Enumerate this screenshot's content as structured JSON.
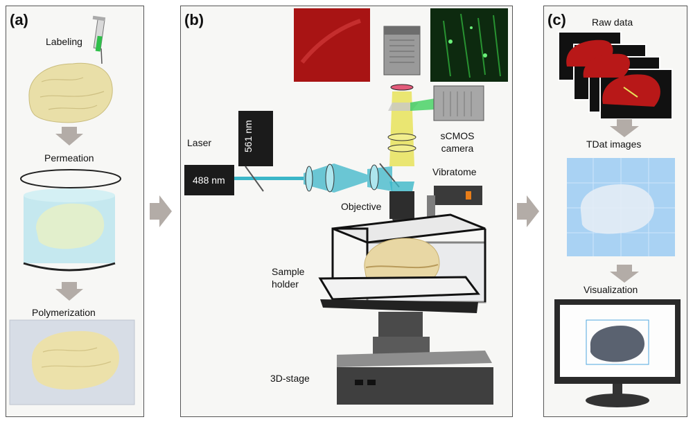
{
  "panels": {
    "a": {
      "label": "(a)",
      "steps": {
        "labeling": "Labeling",
        "permeation": "Permeation",
        "polymerization": "Polymerization"
      }
    },
    "b": {
      "label": "(b)",
      "components": {
        "laser": "Laser",
        "laser_488": "488 nm",
        "laser_561": "561 nm",
        "camera_line1": "sCMOS",
        "camera_line2": "camera",
        "vibratome": "Vibratome",
        "objective": "Objective",
        "sample_holder_line1": "Sample",
        "sample_holder_line2": "holder",
        "stage": "3D-stage"
      }
    },
    "c": {
      "label": "(c)",
      "steps": {
        "raw_data": "Raw data",
        "tdat": "TDat images",
        "visualization": "Visualization"
      }
    }
  },
  "colors": {
    "arrow": "#b3aca7",
    "brain": "#e9dfa8",
    "hydrogel": "#bfe6ee",
    "beam_blue": "#3bb6c8",
    "beam_yellow": "#e8e35a",
    "fluor_red": "#b81818",
    "fluor_green": "#2fae3a",
    "tdat_blue": "#8fc6f2"
  }
}
